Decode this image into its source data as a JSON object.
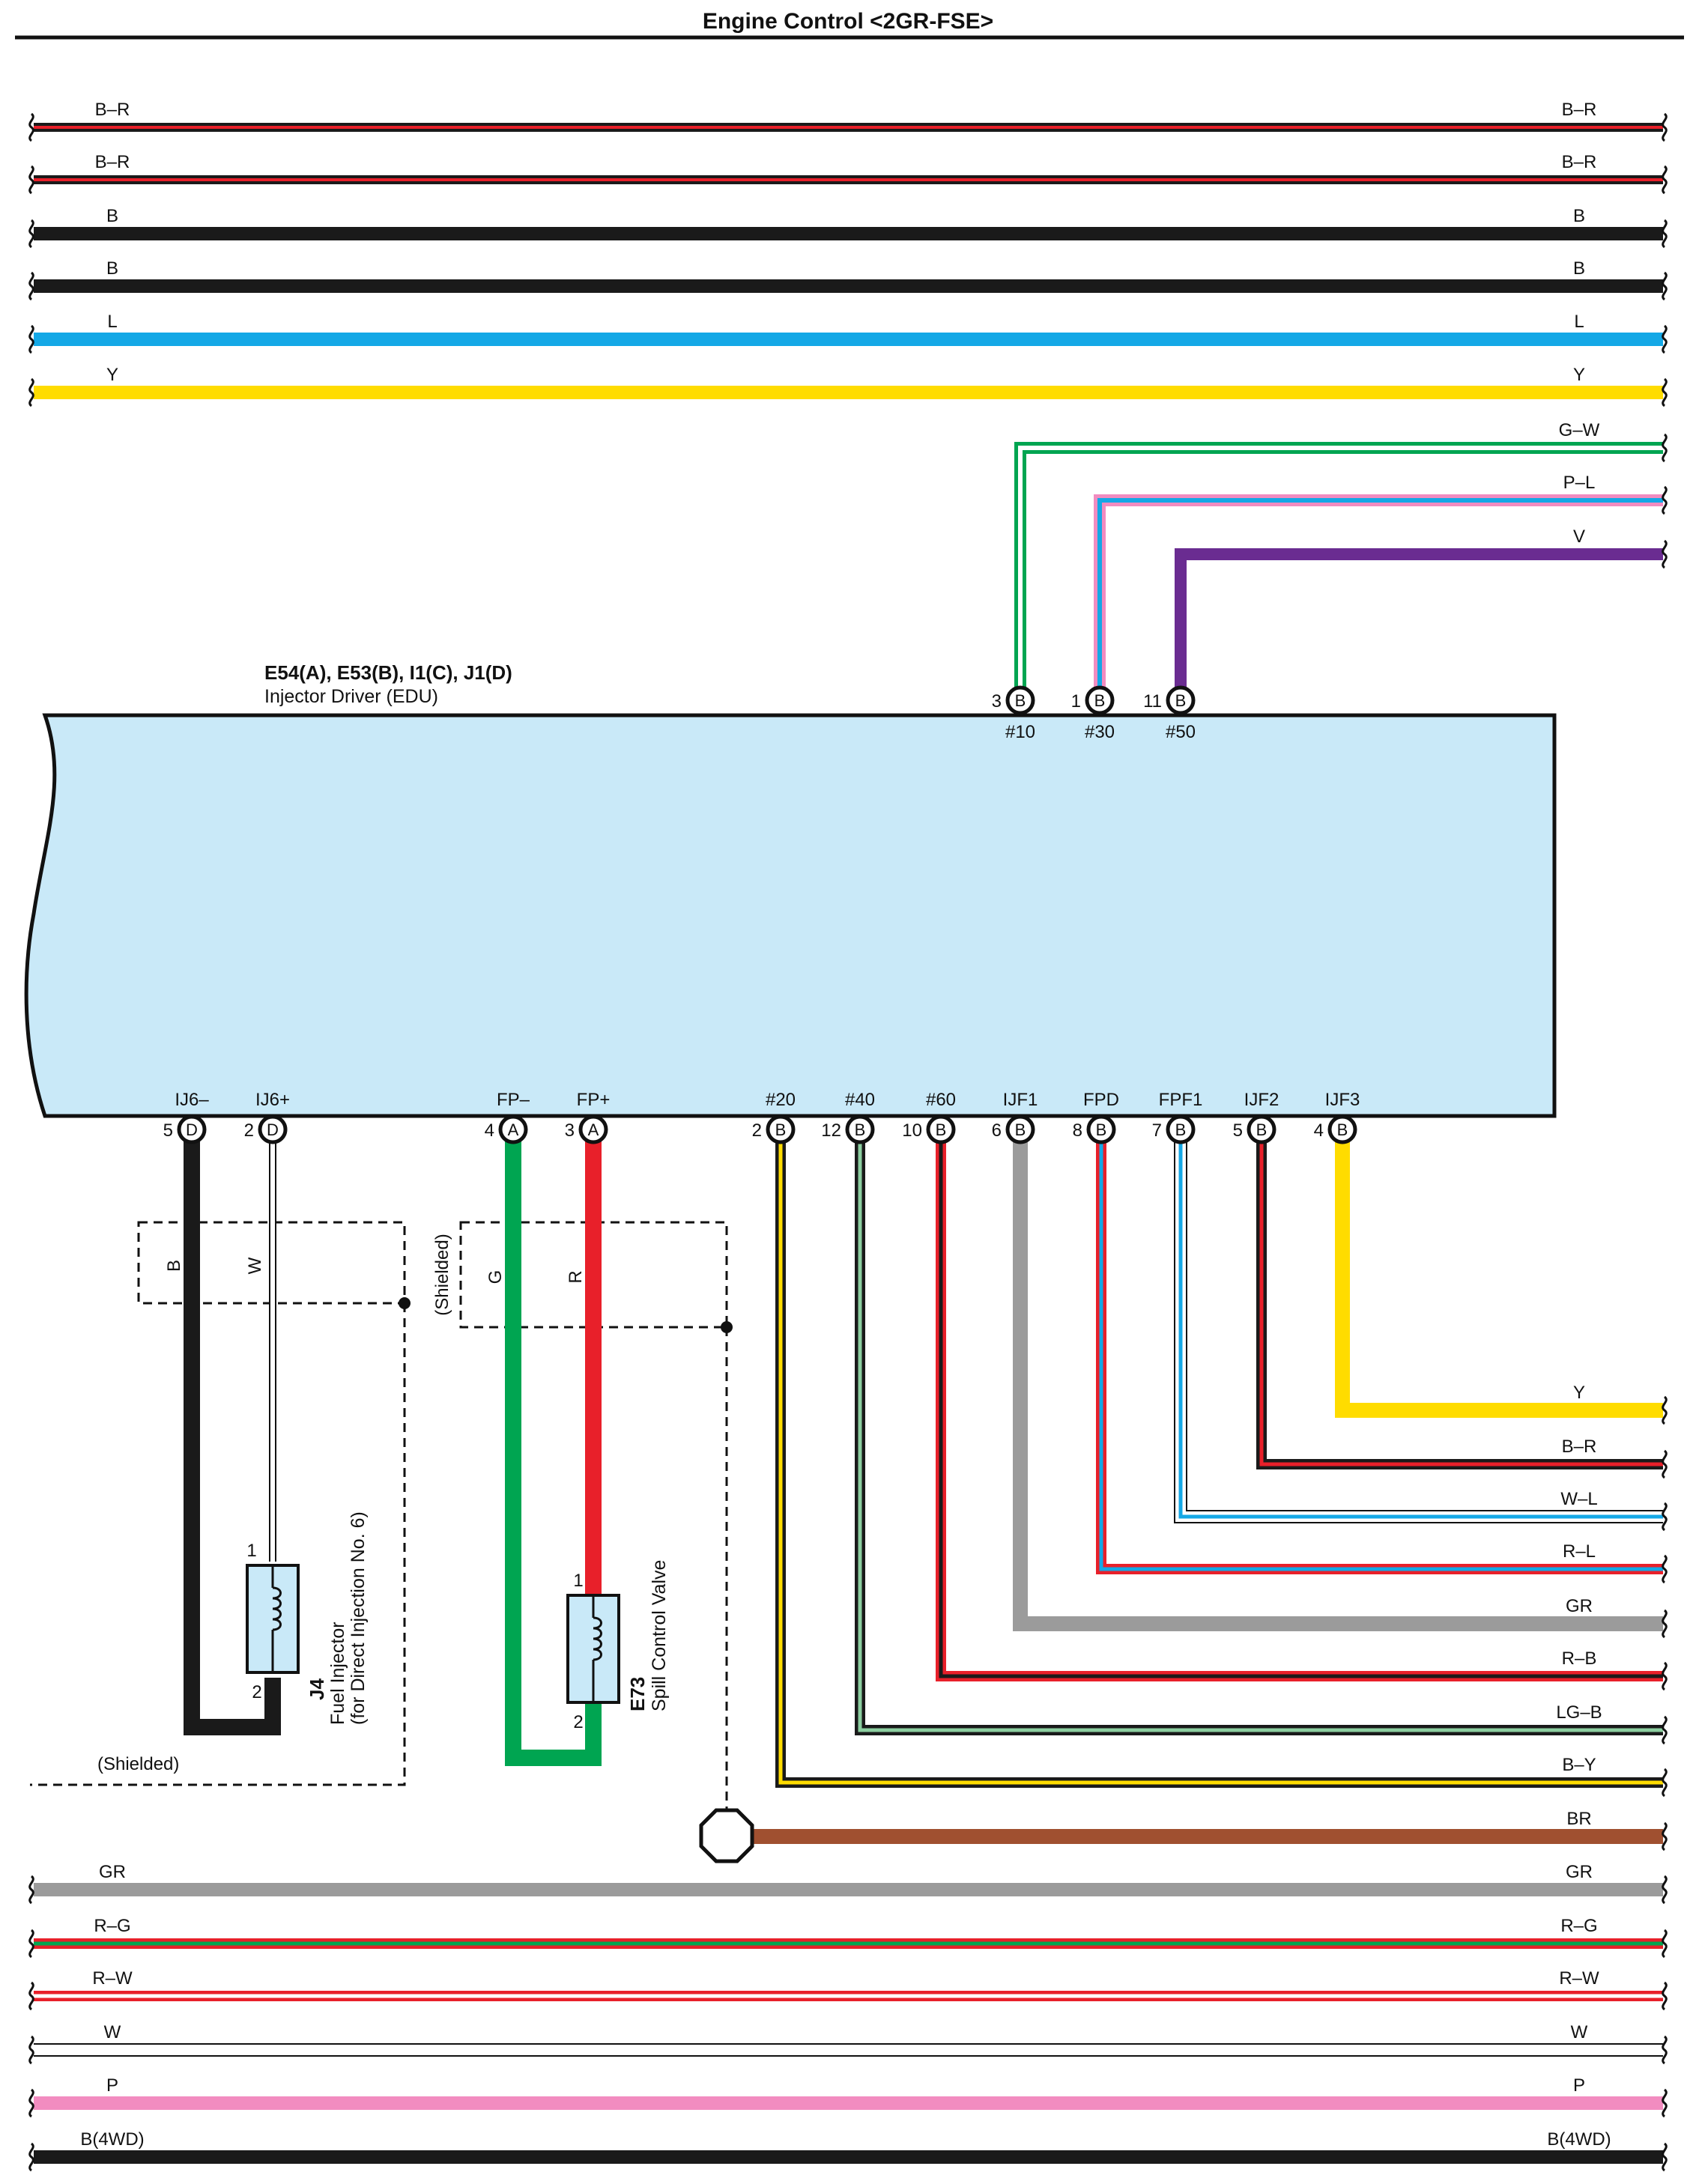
{
  "title": "Engine Control <2GR-FSE>",
  "colors": {
    "B": "#1a1a1a",
    "R": "#e8202a",
    "L": "#14a8e6",
    "Y": "#ffdc00",
    "G": "#00a551",
    "P": "#f28cc0",
    "V": "#6a2c91",
    "W": "#ffffff",
    "GR": "#9b9b9b",
    "LG": "#8ccfa0",
    "BR": "#a05030",
    "ecu_fill": "#c9e9f8"
  },
  "top_wires": [
    {
      "label": "B–R",
      "base": "B",
      "stripe": "R"
    },
    {
      "label": "B–R",
      "base": "B",
      "stripe": "R"
    },
    {
      "label": "B",
      "base": "B",
      "stripe": null
    },
    {
      "label": "B",
      "base": "B",
      "stripe": null
    },
    {
      "label": "L",
      "base": "L",
      "stripe": null
    },
    {
      "label": "Y",
      "base": "Y",
      "stripe": null
    }
  ],
  "bottom_wires": [
    {
      "label": "GR",
      "base": "GR",
      "stripe": null
    },
    {
      "label": "R–G",
      "base": "R",
      "stripe": "G"
    },
    {
      "label": "R–W",
      "base": "R",
      "stripe": "W"
    },
    {
      "label": "W",
      "base": "W",
      "stripe": null
    },
    {
      "label": "P",
      "base": "P",
      "stripe": null
    },
    {
      "label": "B(4WD)",
      "base": "B",
      "stripe": null
    }
  ],
  "ecu": {
    "connectors": "E54(A), E53(B), I1(C), J1(D)",
    "name": "Injector Driver (EDU)"
  },
  "top_pins": [
    {
      "num": "3",
      "letter": "B",
      "name": "#10",
      "wire": "G–W",
      "base": "G",
      "stripe": "W"
    },
    {
      "num": "1",
      "letter": "B",
      "name": "#30",
      "wire": "P–L",
      "base": "P",
      "stripe": "L"
    },
    {
      "num": "11",
      "letter": "B",
      "name": "#50",
      "wire": "V",
      "base": "V",
      "stripe": null
    }
  ],
  "bottom_pins": [
    {
      "num": "5",
      "letter": "D",
      "name": "IJ6–",
      "wire": "B"
    },
    {
      "num": "2",
      "letter": "D",
      "name": "IJ6+",
      "wire": "W"
    },
    {
      "num": "4",
      "letter": "A",
      "name": "FP–",
      "wire": "G"
    },
    {
      "num": "3",
      "letter": "A",
      "name": "FP+",
      "wire": "R"
    },
    {
      "num": "2",
      "letter": "B",
      "name": "#20",
      "wire": "B–Y",
      "base": "B",
      "stripe": "Y"
    },
    {
      "num": "12",
      "letter": "B",
      "name": "#40",
      "wire": "LG–B",
      "base": "B",
      "stripe": "LG"
    },
    {
      "num": "10",
      "letter": "B",
      "name": "#60",
      "wire": "R–B",
      "base": "R",
      "stripe": "B"
    },
    {
      "num": "6",
      "letter": "B",
      "name": "IJF1",
      "wire": "GR",
      "base": "GR",
      "stripe": null
    },
    {
      "num": "8",
      "letter": "B",
      "name": "FPD",
      "wire": "R–L",
      "base": "R",
      "stripe": "L"
    },
    {
      "num": "7",
      "letter": "B",
      "name": "FPF1",
      "wire": "W–L",
      "base": "W",
      "stripe": "L"
    },
    {
      "num": "5",
      "letter": "B",
      "name": "IJF2",
      "wire": "B–R",
      "base": "B",
      "stripe": "R"
    },
    {
      "num": "4",
      "letter": "B",
      "name": "IJF3",
      "wire": "Y",
      "base": "Y",
      "stripe": null
    }
  ],
  "right_exit_labels": [
    "Y",
    "B–R",
    "W–L",
    "R–L",
    "GR",
    "R–B",
    "LG–B",
    "B–Y",
    "BR"
  ],
  "injector": {
    "code": "J4",
    "line1": "Fuel Injector",
    "line2": "(for Direct Injection No. 6)",
    "pin1": "1",
    "pin2": "2",
    "wire_left": "B",
    "wire_right": "W"
  },
  "spill_valve": {
    "code": "E73",
    "line1": "Spill Control Valve",
    "pin1": "1",
    "pin2": "2",
    "wire_left": "G",
    "wire_right": "R"
  },
  "shielded_labels": [
    "(Shielded)",
    "(Shielded)"
  ]
}
